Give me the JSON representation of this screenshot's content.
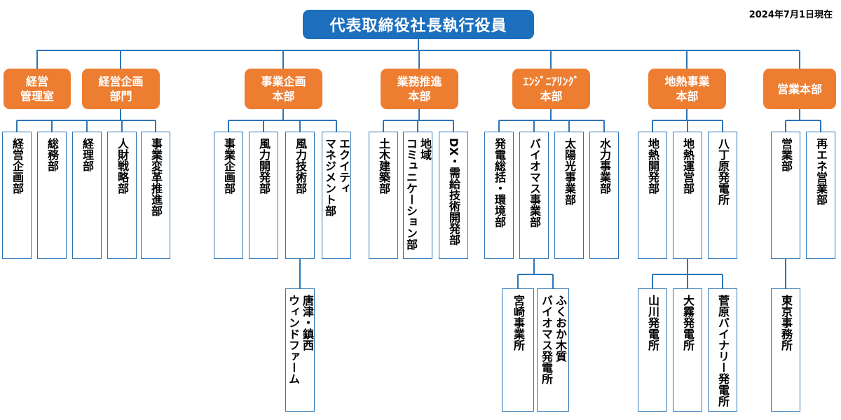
{
  "header": {
    "top_executive": "代表取締役社長執行役員",
    "as_of_date": "2024年7月1日現在"
  },
  "divisions": [
    {
      "id": "d1",
      "lines": [
        "経営",
        "管理室"
      ],
      "departments": []
    },
    {
      "id": "d2",
      "lines": [
        "経営企画",
        "部門"
      ],
      "departments": [
        "経営企画部",
        "総務部",
        "経理部",
        "人財戦略部",
        "事業変革推進部"
      ]
    },
    {
      "id": "d3",
      "lines": [
        "事業企画",
        "本部"
      ],
      "departments": [
        "事業企画部",
        "風力開発部",
        "風力技術部",
        "エクイティ\nマネジメント部"
      ]
    },
    {
      "id": "d4",
      "lines": [
        "業務推進",
        "本部"
      ],
      "departments": [
        "土木建築部",
        "地域\nコミュニケーション部",
        "DX・需給技術開発部"
      ]
    },
    {
      "id": "d5",
      "lines": [
        "ｴﾝｼﾞﾆｱﾘﾝｸﾞ",
        "本部"
      ],
      "departments": [
        "発電総括・環境部",
        "バイオマス事業部",
        "太陽光事業部",
        "水力事業部"
      ]
    },
    {
      "id": "d6",
      "lines": [
        "地熱事業",
        "本部"
      ],
      "departments": [
        "地熱開発部",
        "地熱運営部",
        "八丁原発電所"
      ]
    },
    {
      "id": "d7",
      "lines": [
        "営業本部"
      ],
      "departments": [
        "営業部",
        "再エネ営業部"
      ]
    }
  ],
  "sub_units": {
    "wind_technology": [
      "唐津・鎮西\nウィンドファーム"
    ],
    "biomass": [
      "宮崎事業所",
      "ふくおか木質\nバイオマス発電所"
    ],
    "geothermal_operation": [
      "山川発電所",
      "大霧発電所",
      "菅原バイナリー発電所"
    ],
    "sales": [
      "東京事務所"
    ]
  },
  "colors": {
    "top_box": "#1c6fbd",
    "division_box": "#ed7d31",
    "connector_line": "#2e75b6"
  }
}
